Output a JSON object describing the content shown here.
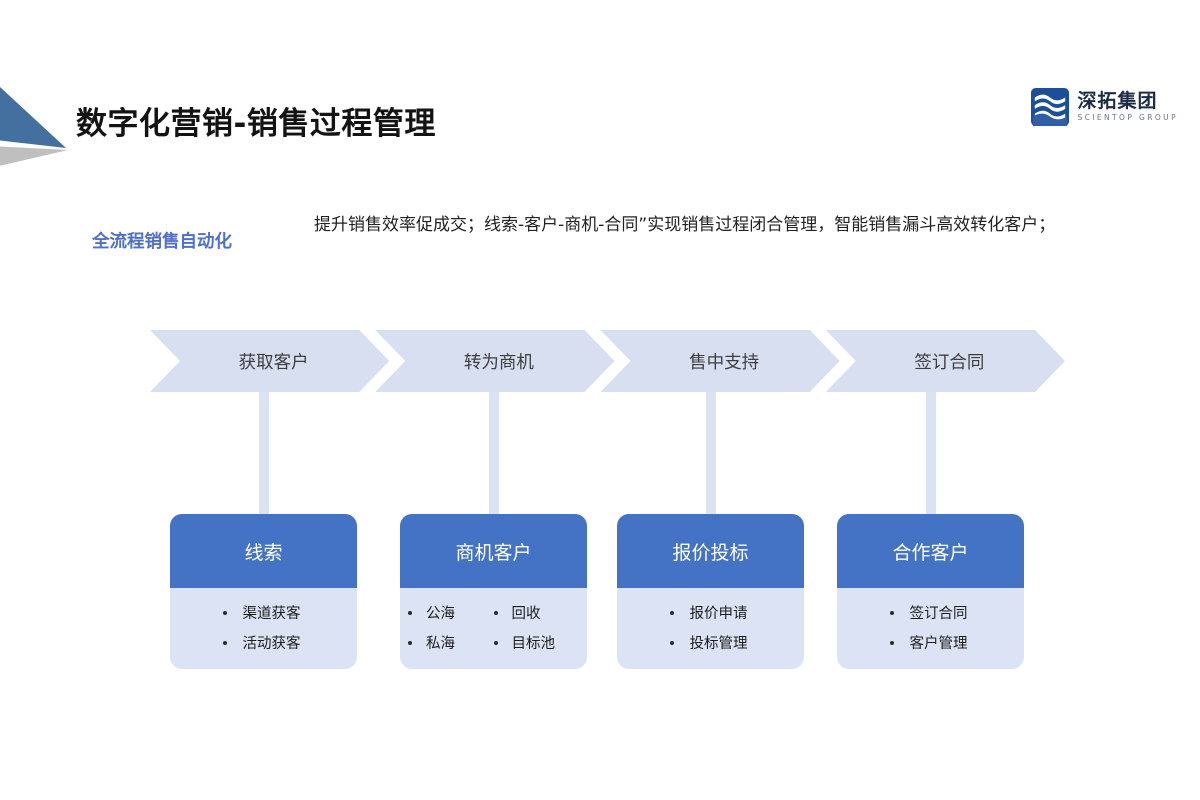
{
  "slide": {
    "title": "数字化营销-销售过程管理",
    "accent_blue": "#4472c4",
    "chevron_fill": "#d7dff1",
    "card_body_fill": "#dce3f4",
    "label_blue": "#4f6fd0",
    "deco_blue": "#44709f",
    "deco_gray": "#bfbfbf"
  },
  "logo": {
    "mark_name": "scientop-wave-mark",
    "cn": "深拓集团",
    "en": "SCIENTOP GROUP"
  },
  "intro": {
    "label": "全流程销售自动化",
    "body": "提升销售效率促成交；线索-客户-商机-合同”实现销售过程闭合管理，智能销售漏斗高效转化客户；"
  },
  "stages": [
    {
      "label": "获取客户"
    },
    {
      "label": "转为商机"
    },
    {
      "label": "售中支持"
    },
    {
      "label": "签订合同"
    }
  ],
  "cards": [
    {
      "title": "线索",
      "columns": 1,
      "rows": [
        [
          "渠道获客"
        ],
        [
          "活动获客"
        ]
      ]
    },
    {
      "title": "商机客户",
      "columns": 2,
      "rows": [
        [
          "公海",
          "回收"
        ],
        [
          "私海",
          "目标池"
        ]
      ]
    },
    {
      "title": "报价投标",
      "columns": 1,
      "rows": [
        [
          "报价申请"
        ],
        [
          "投标管理"
        ]
      ]
    },
    {
      "title": "合作客户",
      "columns": 1,
      "rows": [
        [
          "签订合同"
        ],
        [
          "客户管理"
        ]
      ]
    }
  ]
}
